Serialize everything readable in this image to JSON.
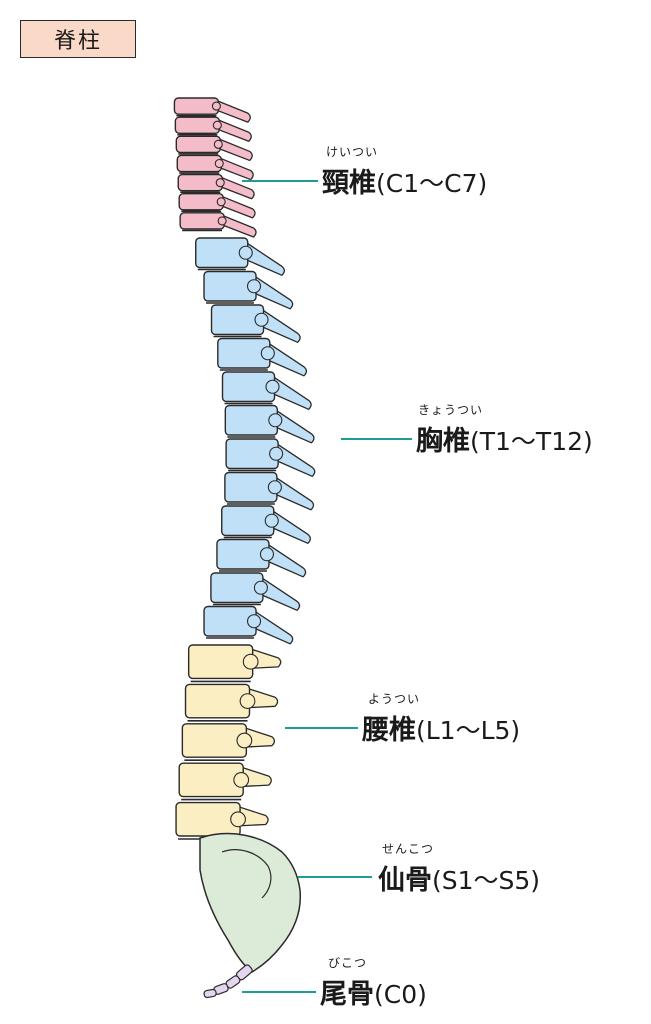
{
  "title": "脊柱",
  "colors": {
    "cervical": "#f4bcc8",
    "thoracic": "#bfe0f6",
    "lumbar": "#fbeec2",
    "sacrum": "#dcebd8",
    "coccyx": "#e4d6ef",
    "leader": "#1f9c95",
    "outline": "#2a2a2a"
  },
  "regions": [
    {
      "id": "cervical",
      "ruby": "けいつい",
      "name": "頸椎",
      "range": "(C1〜C7)",
      "vertebrae": 7
    },
    {
      "id": "thoracic",
      "ruby": "きょうつい",
      "name": "胸椎",
      "range": "(T1〜T12)",
      "vertebrae": 12
    },
    {
      "id": "lumbar",
      "ruby": "ようつい",
      "name": "腰椎",
      "range": "(L1〜L5)",
      "vertebrae": 5
    },
    {
      "id": "sacrum",
      "ruby": "せんこつ",
      "name": "仙骨",
      "range": "(S1〜S5)"
    },
    {
      "id": "coccyx",
      "ruby": "びこつ",
      "name": "尾骨",
      "range": "(C0)"
    }
  ]
}
